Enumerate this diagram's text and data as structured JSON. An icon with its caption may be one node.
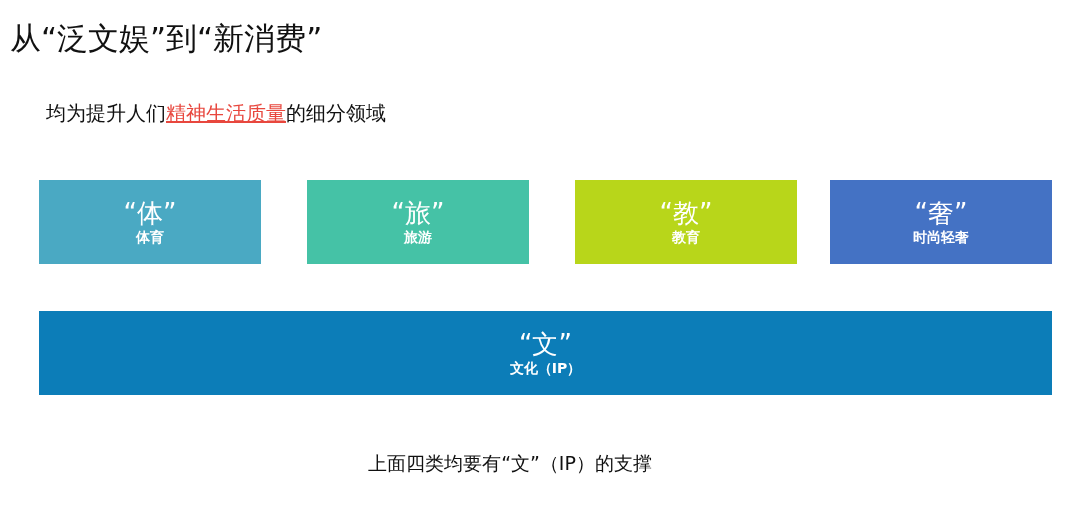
{
  "diagram": {
    "title": "从“泛文娱”到“新消费”",
    "nodes": [
      {
        "text": [
          "“体”",
          "体育"
        ]
      },
      {
        "text": [
          "“旅”",
          "旅游"
        ]
      },
      {
        "text": [
          "“教”",
          "教育"
        ]
      },
      {
        "text": [
          "“奢”",
          "时尚轻奢"
        ]
      },
      {
        "text": [
          "“文”",
          "文化（IP）"
        ]
      }
    ],
    "labels": [
      "均为提升人们精神生活质量的细分领域",
      "上面四类均要有“文”（IP）的支撑"
    ]
  }
}
